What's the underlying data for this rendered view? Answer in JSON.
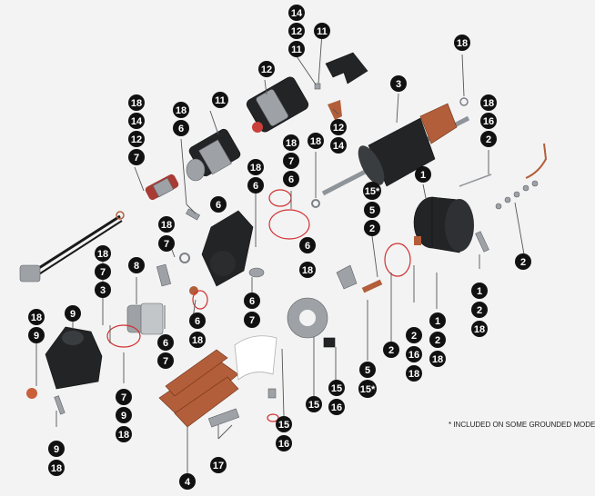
{
  "footnote": "* INCLUDED ON SOME GROUNDED MODELS",
  "colors": {
    "callout_fill": "#111111",
    "callout_text": "#ffffff",
    "background": "#f3f3f3",
    "copper": "#b35e3a",
    "ring": "#d12f2f"
  },
  "callouts": [
    {
      "label": "14"
    },
    {
      "label": "12"
    },
    {
      "label": "11"
    },
    {
      "label": "11"
    },
    {
      "label": "12"
    },
    {
      "label": "3"
    },
    {
      "label": "18"
    },
    {
      "label": "18"
    },
    {
      "label": "14"
    },
    {
      "label": "12"
    },
    {
      "label": "7"
    },
    {
      "label": "18"
    },
    {
      "label": "6"
    },
    {
      "label": "11"
    },
    {
      "label": "12"
    },
    {
      "label": "14"
    },
    {
      "label": "18"
    },
    {
      "label": "7"
    },
    {
      "label": "6"
    },
    {
      "label": "18"
    },
    {
      "label": "18"
    },
    {
      "label": "6"
    },
    {
      "label": "18"
    },
    {
      "label": "16"
    },
    {
      "label": "2"
    },
    {
      "label": "15*"
    },
    {
      "label": "5"
    },
    {
      "label": "2"
    },
    {
      "label": "1"
    },
    {
      "label": "6"
    },
    {
      "label": "18"
    },
    {
      "label": "7"
    },
    {
      "label": "18"
    },
    {
      "label": "7"
    },
    {
      "label": "3"
    },
    {
      "label": "8"
    },
    {
      "label": "6"
    },
    {
      "label": "18"
    },
    {
      "label": "2"
    },
    {
      "label": "6"
    },
    {
      "label": "7"
    },
    {
      "label": "6"
    },
    {
      "label": "18"
    },
    {
      "label": "6"
    },
    {
      "label": "7"
    },
    {
      "label": "1"
    },
    {
      "label": "2"
    },
    {
      "label": "18"
    },
    {
      "label": "2"
    },
    {
      "label": "16"
    },
    {
      "label": "18"
    },
    {
      "label": "1"
    },
    {
      "label": "2"
    },
    {
      "label": "18"
    },
    {
      "label": "2"
    },
    {
      "label": "5"
    },
    {
      "label": "15*"
    },
    {
      "label": "18"
    },
    {
      "label": "9"
    },
    {
      "label": "9"
    },
    {
      "label": "7"
    },
    {
      "label": "9"
    },
    {
      "label": "18"
    },
    {
      "label": "15"
    },
    {
      "label": "15"
    },
    {
      "label": "16"
    },
    {
      "label": "15"
    },
    {
      "label": "16"
    },
    {
      "label": "9"
    },
    {
      "label": "18"
    },
    {
      "label": "4"
    },
    {
      "label": "17"
    }
  ]
}
